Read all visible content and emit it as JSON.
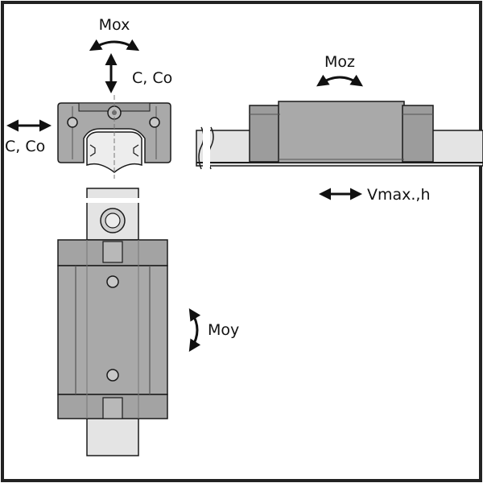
{
  "labels": {
    "mox": "Mox",
    "c_co_vertical": "C, Co",
    "c_co_horizontal": "C, Co",
    "moz": "Moz",
    "v_max_h": "Vmax.,h",
    "moy": "Moy"
  },
  "colors": {
    "frame": "#222222",
    "body_fill": "#a9a9a9",
    "body_dark": "#8f8f8f",
    "rail_fill": "#e4e4e4",
    "outline": "#1a1a1a",
    "text": "#111111"
  }
}
